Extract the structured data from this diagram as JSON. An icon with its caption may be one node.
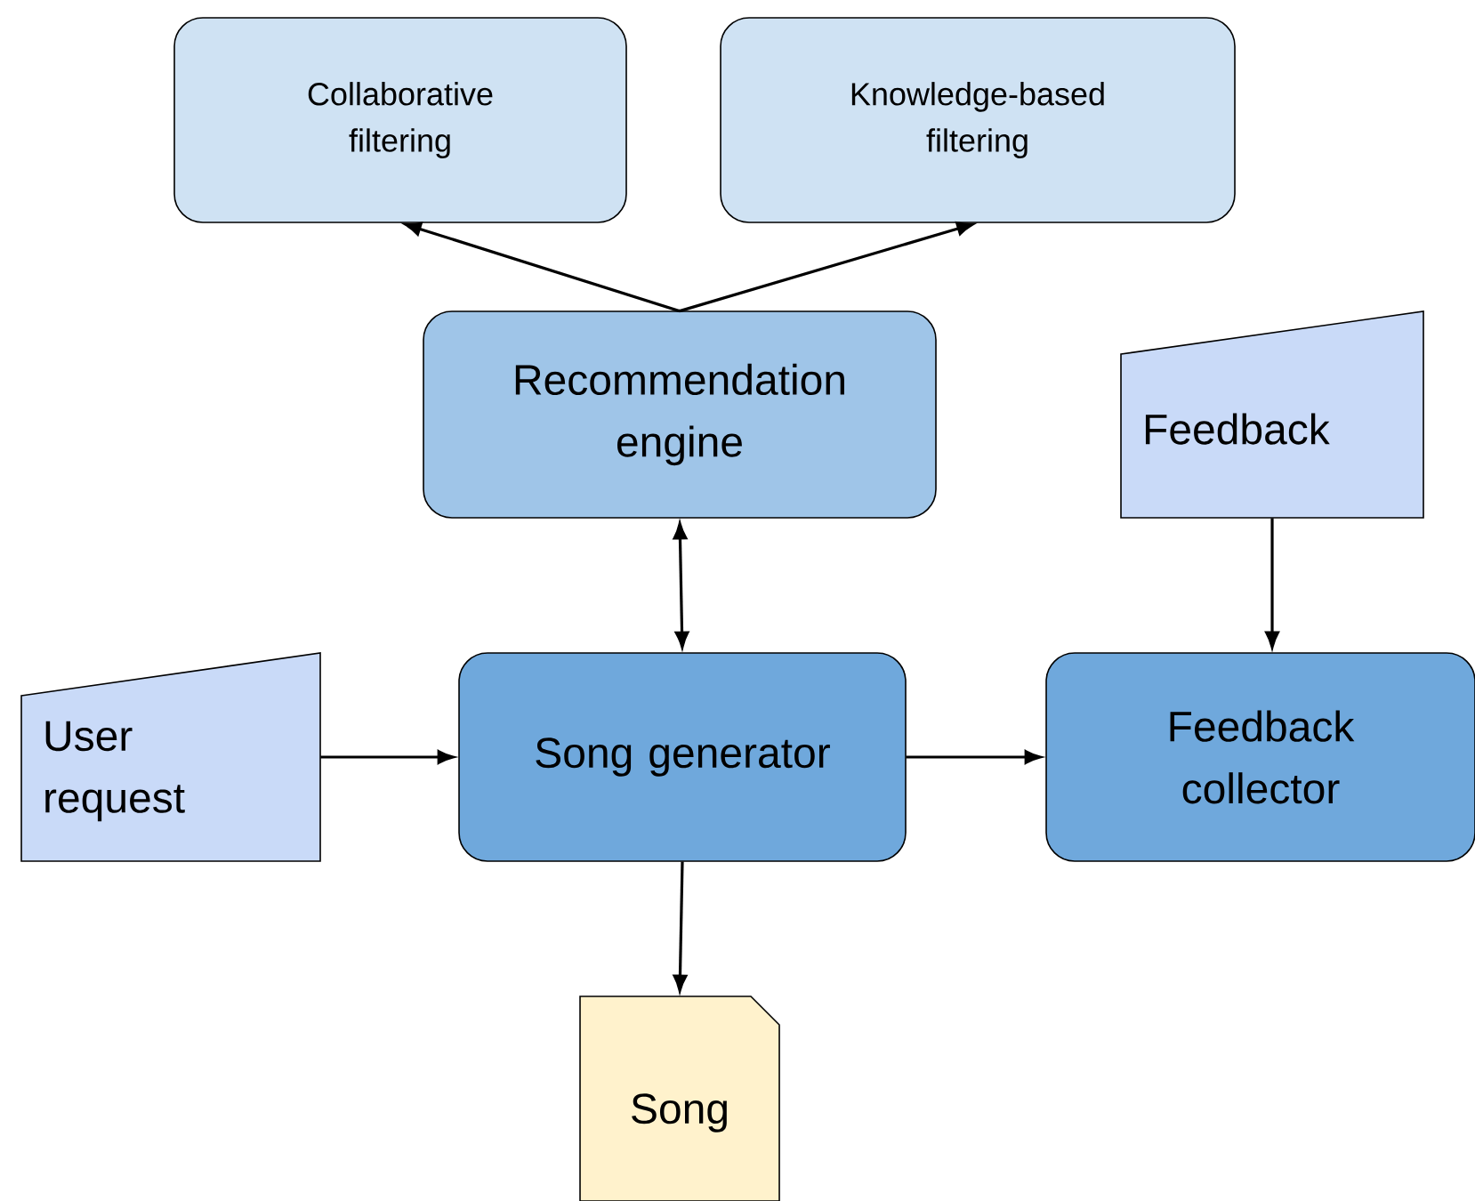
{
  "diagram": {
    "nodes": [
      {
        "text": [
          "Collaborative filtering"
        ]
      },
      {
        "text": [
          "Knowledge-based filtering"
        ]
      },
      {
        "text": [
          "Recommendation engine"
        ]
      },
      {
        "text": [
          "Feedback"
        ]
      },
      {
        "text": [
          "User request"
        ]
      },
      {
        "text": [
          "Song generator"
        ]
      },
      {
        "text": [
          "Feedback collector"
        ]
      },
      {
        "text": [
          "Song"
        ]
      }
    ],
    "edges": [
      {
        "from": 2,
        "to": 0,
        "arrow": "to"
      },
      {
        "from": 2,
        "to": 1,
        "arrow": "to"
      },
      {
        "from": 2,
        "to": 5,
        "arrow": "both"
      },
      {
        "from": 4,
        "to": 5,
        "arrow": "to"
      },
      {
        "from": 5,
        "to": 6,
        "arrow": "to"
      },
      {
        "from": 3,
        "to": 6,
        "arrow": "to"
      },
      {
        "from": 5,
        "to": 7,
        "arrow": "to"
      }
    ]
  }
}
